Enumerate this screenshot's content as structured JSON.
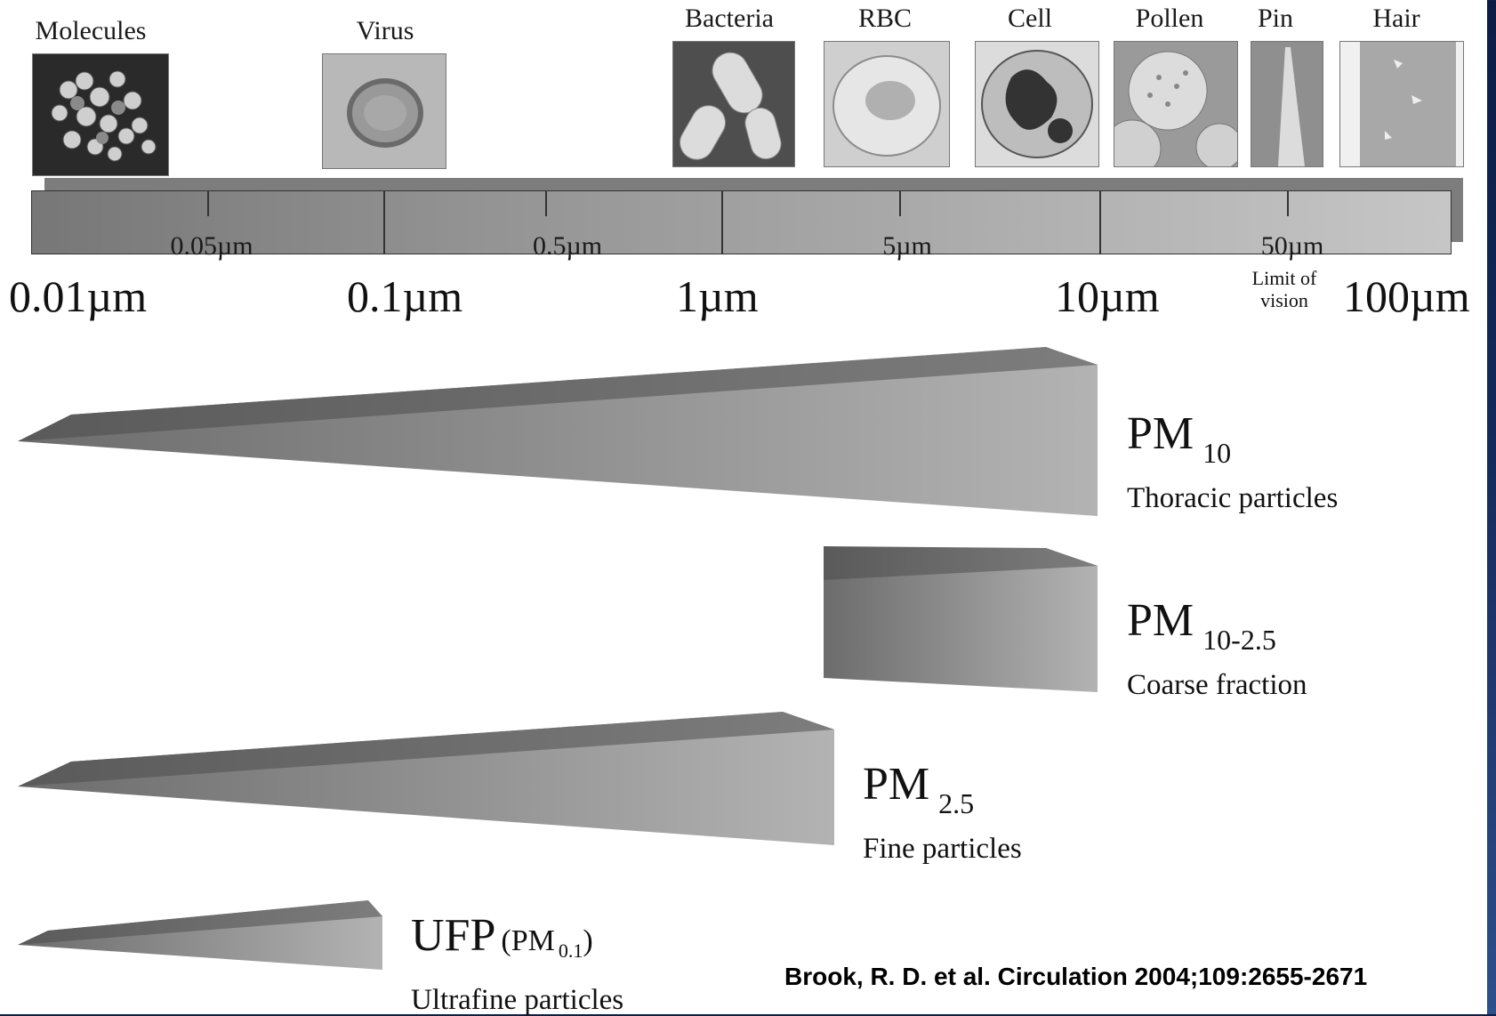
{
  "objects": [
    {
      "label": "Molecules",
      "icon": "molecule-image"
    },
    {
      "label": "Virus",
      "icon": "virus-image"
    },
    {
      "label": "Bacteria",
      "icon": "bacteria-image"
    },
    {
      "label": "RBC",
      "icon": "red-blood-cell-image"
    },
    {
      "label": "Cell",
      "icon": "cell-image"
    },
    {
      "label": "Pollen",
      "icon": "pollen-image"
    },
    {
      "label": "Pin",
      "icon": "pin-image"
    },
    {
      "label": "Hair",
      "icon": "hair-image"
    }
  ],
  "scale": {
    "minor_labels": [
      "0.05µm",
      "0.5µm",
      "5µm",
      "50µm"
    ],
    "major_labels": [
      "0.01µm",
      "0.1µm",
      "1µm",
      "10µm",
      "100µm"
    ],
    "limit_label_line1": "Limit of",
    "limit_label_line2": "vision"
  },
  "fractions": [
    {
      "name": "PM",
      "sub": "10",
      "desc": "Thoracic particles",
      "range_um": [
        0.01,
        10
      ]
    },
    {
      "name": "PM",
      "sub": "10-2.5",
      "desc": "Coarse fraction",
      "range_um": [
        2.5,
        10
      ]
    },
    {
      "name": "PM",
      "sub": "2.5",
      "desc": "Fine particles",
      "range_um": [
        0.01,
        2.5
      ]
    },
    {
      "name": "UFP",
      "paren_open": "(PM",
      "sub": "0.1",
      "paren_close": ")",
      "desc": "Ultrafine particles",
      "range_um": [
        0.01,
        0.1
      ]
    }
  ],
  "citation": "Brook, R. D. et al. Circulation 2004;109:2655-2671",
  "colors": {
    "background": "#0b1d47",
    "panel": "#ffffff",
    "wedge_dark": "#6e6e6e",
    "wedge_light": "#b5b5b5"
  }
}
